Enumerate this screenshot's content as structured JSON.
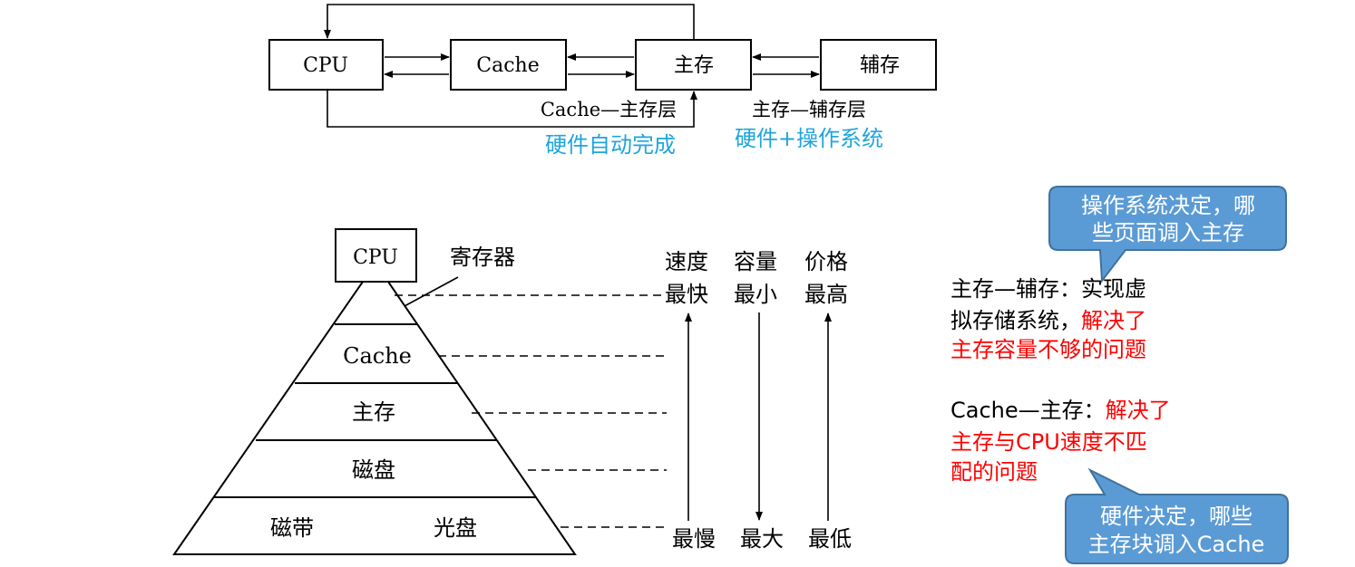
{
  "top_diagram": {
    "boxes": {
      "cpu": "CPU",
      "cache": "Cache",
      "main_memory": "主存",
      "aux_memory": "辅存"
    },
    "labels": {
      "cache_layer": "Cache—主存层",
      "aux_layer": "主存—辅存层",
      "cache_layer_note": "硬件自动完成",
      "aux_layer_note": "硬件+操作系统"
    }
  },
  "pyramid": {
    "cpu": "CPU",
    "register": "寄存器",
    "levels": [
      "Cache",
      "主存",
      "磁盘"
    ],
    "bottom_left": "磁带",
    "bottom_right": "光盘",
    "columns": [
      {
        "header": "速度",
        "top": "最快",
        "bottom": "最慢"
      },
      {
        "header": "容量",
        "top": "最小",
        "bottom": "最大"
      },
      {
        "header": "价格",
        "top": "最高",
        "bottom": "最低"
      }
    ]
  },
  "callouts": {
    "top": [
      "操作系统决定，哪",
      "些页面调入主存"
    ],
    "bottom": [
      "硬件决定，哪些",
      "主存块调入Cache"
    ]
  },
  "notes": {
    "aux_line1": "主存—辅存：实现虚",
    "aux_line2_black": "拟存储系统，",
    "aux_line2_red": "解决了",
    "aux_line3_red": "主存容量不够的问题",
    "cache_line1_black": "Cache—主存：",
    "cache_line1_red": "解决了",
    "cache_line2_red": "主存与CPU速度不匹",
    "cache_line3_red": "配的问题"
  },
  "colors": {
    "blue_text": "#1fa5dc",
    "callout_fill": "#5b9bd5",
    "callout_stroke": "#41719c",
    "red_text": "#ff0000"
  }
}
